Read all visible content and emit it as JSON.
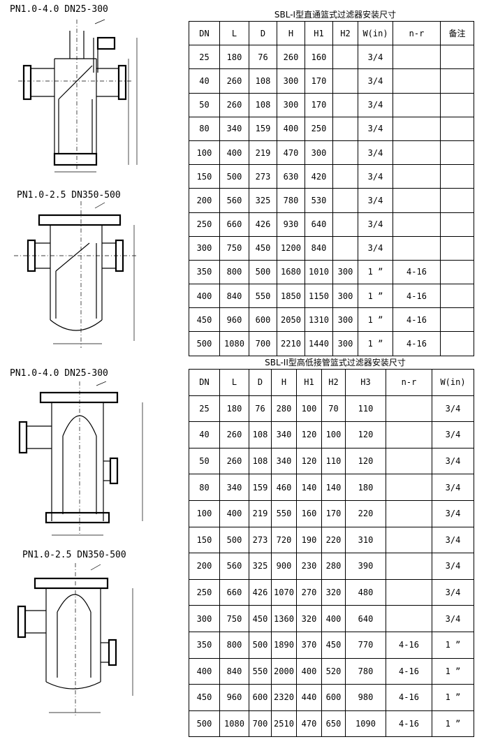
{
  "drawing_labels": [
    "PN1.0-4.0  DN25-300",
    "PN1.0-2.5  DN350-500",
    "PN1.0-4.0  DN25-300",
    "PN1.0-2.5  DN350-500"
  ],
  "table1": {
    "title": "SBL-I型直通篮式过滤器安装尺寸",
    "headers": [
      "DN",
      "L",
      "D",
      "H",
      "H1",
      "H2",
      "W(in)",
      "n-r",
      "备注"
    ],
    "rows": [
      [
        "25",
        "180",
        "76",
        "260",
        "160",
        "",
        "3/4",
        "",
        ""
      ],
      [
        "40",
        "260",
        "108",
        "300",
        "170",
        "",
        "3/4",
        "",
        ""
      ],
      [
        "50",
        "260",
        "108",
        "300",
        "170",
        "",
        "3/4",
        "",
        ""
      ],
      [
        "80",
        "340",
        "159",
        "400",
        "250",
        "",
        "3/4",
        "",
        ""
      ],
      [
        "100",
        "400",
        "219",
        "470",
        "300",
        "",
        "3/4",
        "",
        ""
      ],
      [
        "150",
        "500",
        "273",
        "630",
        "420",
        "",
        "3/4",
        "",
        ""
      ],
      [
        "200",
        "560",
        "325",
        "780",
        "530",
        "",
        "3/4",
        "",
        ""
      ],
      [
        "250",
        "660",
        "426",
        "930",
        "640",
        "",
        "3/4",
        "",
        ""
      ],
      [
        "300",
        "750",
        "450",
        "1200",
        "840",
        "",
        "3/4",
        "",
        ""
      ],
      [
        "350",
        "800",
        "500",
        "1680",
        "1010",
        "300",
        "1 ”",
        "4-16",
        ""
      ],
      [
        "400",
        "840",
        "550",
        "1850",
        "1150",
        "300",
        "1 ”",
        "4-16",
        ""
      ],
      [
        "450",
        "960",
        "600",
        "2050",
        "1310",
        "300",
        "1 ”",
        "4-16",
        ""
      ],
      [
        "500",
        "1080",
        "700",
        "2210",
        "1440",
        "300",
        "1 ”",
        "4-16",
        ""
      ]
    ]
  },
  "table2": {
    "title": "SBL-II型高低接管篮式过滤器安装尺寸",
    "headers": [
      "DN",
      "L",
      "D",
      "H",
      "H1",
      "H2",
      "H3",
      "n-r",
      "W(in)"
    ],
    "rows": [
      [
        "25",
        "180",
        "76",
        "280",
        "100",
        "70",
        "110",
        "",
        "3/4"
      ],
      [
        "40",
        "260",
        "108",
        "340",
        "120",
        "100",
        "120",
        "",
        "3/4"
      ],
      [
        "50",
        "260",
        "108",
        "340",
        "120",
        "110",
        "120",
        "",
        "3/4"
      ],
      [
        "80",
        "340",
        "159",
        "460",
        "140",
        "140",
        "180",
        "",
        "3/4"
      ],
      [
        "100",
        "400",
        "219",
        "550",
        "160",
        "170",
        "220",
        "",
        "3/4"
      ],
      [
        "150",
        "500",
        "273",
        "720",
        "190",
        "220",
        "310",
        "",
        "3/4"
      ],
      [
        "200",
        "560",
        "325",
        "900",
        "230",
        "280",
        "390",
        "",
        "3/4"
      ],
      [
        "250",
        "660",
        "426",
        "1070",
        "270",
        "320",
        "480",
        "",
        "3/4"
      ],
      [
        "300",
        "750",
        "450",
        "1360",
        "320",
        "400",
        "640",
        "",
        "3/4"
      ],
      [
        "350",
        "800",
        "500",
        "1890",
        "370",
        "450",
        "770",
        "4-16",
        "1 ”"
      ],
      [
        "400",
        "840",
        "550",
        "2000",
        "400",
        "520",
        "780",
        "4-16",
        "1 ”"
      ],
      [
        "450",
        "960",
        "600",
        "2320",
        "440",
        "600",
        "980",
        "4-16",
        "1 ”"
      ],
      [
        "500",
        "1080",
        "700",
        "2510",
        "470",
        "650",
        "1090",
        "4-16",
        "1 ”"
      ]
    ]
  }
}
